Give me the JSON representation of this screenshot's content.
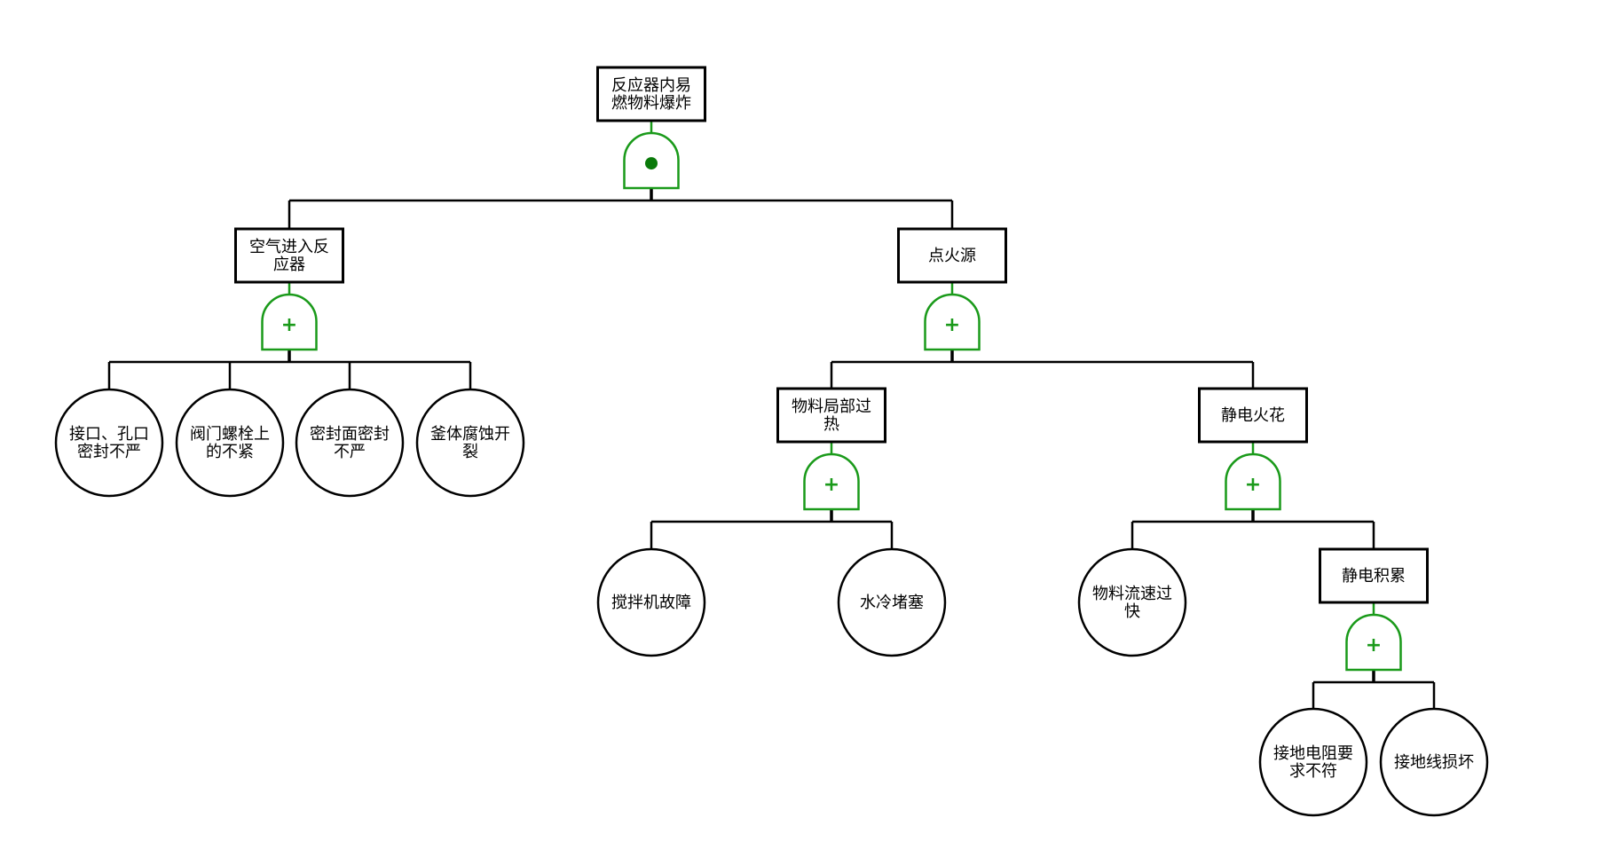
{
  "diagram": {
    "type": "fault-tree",
    "colors": {
      "line": "#000000",
      "gate": "#1a9a1a",
      "gate_dot": "#0a7a0a",
      "node_fill": "#ffffff"
    },
    "nodes": [
      {
        "id": "top",
        "kind": "event",
        "lines": [
          "反应器内易",
          "燃物料爆炸"
        ],
        "gate": "and"
      },
      {
        "id": "air",
        "kind": "event",
        "parent": "top",
        "lines": [
          "空气进入反",
          "应器"
        ],
        "gate": "or"
      },
      {
        "id": "ignition",
        "kind": "event",
        "parent": "top",
        "lines": [
          "点火源"
        ],
        "gate": "or"
      },
      {
        "id": "b1",
        "kind": "basic",
        "parent": "air",
        "lines": [
          "接口、孔口",
          "密封不严"
        ]
      },
      {
        "id": "b2",
        "kind": "basic",
        "parent": "air",
        "lines": [
          "阀门螺栓上",
          "的不紧"
        ]
      },
      {
        "id": "b3",
        "kind": "basic",
        "parent": "air",
        "lines": [
          "密封面密封",
          "不严"
        ]
      },
      {
        "id": "b4",
        "kind": "basic",
        "parent": "air",
        "lines": [
          "釜体腐蚀开",
          "裂"
        ]
      },
      {
        "id": "overheat",
        "kind": "event",
        "parent": "ignition",
        "lines": [
          "物料局部过",
          "热"
        ],
        "gate": "or"
      },
      {
        "id": "spark",
        "kind": "event",
        "parent": "ignition",
        "lines": [
          "静电火花"
        ],
        "gate": "or"
      },
      {
        "id": "b5",
        "kind": "basic",
        "parent": "overheat",
        "lines": [
          "搅拌机故障"
        ]
      },
      {
        "id": "b6",
        "kind": "basic",
        "parent": "overheat",
        "lines": [
          "水冷堵塞"
        ]
      },
      {
        "id": "b7",
        "kind": "basic",
        "parent": "spark",
        "lines": [
          "物料流速过",
          "快"
        ]
      },
      {
        "id": "accum",
        "kind": "event",
        "parent": "spark",
        "lines": [
          "静电积累"
        ],
        "gate": "or"
      },
      {
        "id": "b8",
        "kind": "basic",
        "parent": "accum",
        "lines": [
          "接地电阻要",
          "求不符"
        ]
      },
      {
        "id": "b9",
        "kind": "basic",
        "parent": "accum",
        "lines": [
          "接地线损坏"
        ]
      }
    ],
    "gate_symbols": {
      "and": "dot-icon",
      "or": "+"
    }
  }
}
